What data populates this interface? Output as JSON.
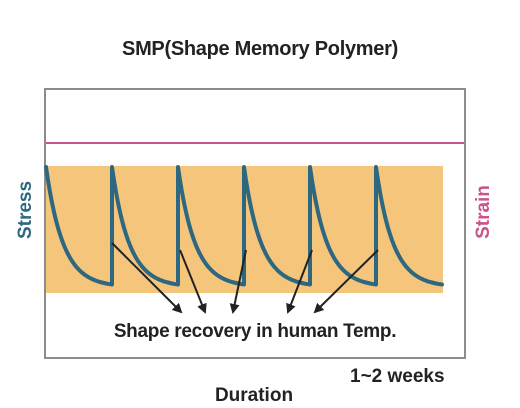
{
  "title": "SMP(Shape Memory Polymer)",
  "axes": {
    "left_label": "Stress",
    "right_label": "Strain",
    "x_label": "Duration",
    "duration_note": "1~2 weeks"
  },
  "annotation": "Shape recovery in human Temp.",
  "colors": {
    "stress": "#2e6780",
    "strain": "#c9538a",
    "band": "#f5c57b",
    "text": "#222222",
    "frame": "#8c8c8c",
    "arrow": "#222222"
  },
  "cycles": 6
}
